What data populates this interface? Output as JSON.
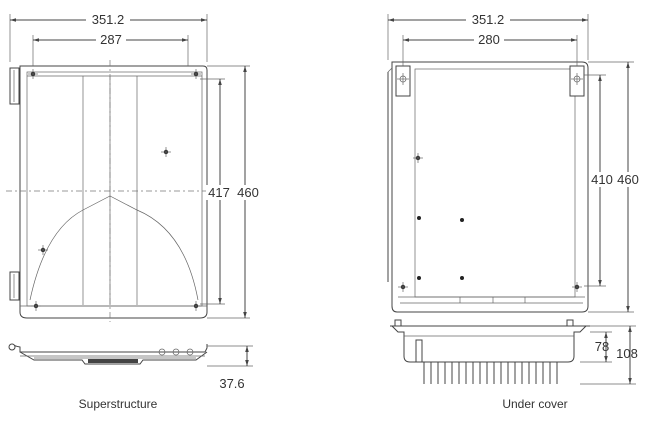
{
  "superstructure": {
    "caption": "Superstructure",
    "dims": {
      "overall_width": "351.2",
      "hole_spacing_width": "287",
      "hole_spacing_height": "417",
      "overall_height": "460",
      "profile_height": "37.6"
    }
  },
  "under_cover": {
    "caption": "Under cover",
    "dims": {
      "overall_width": "351.2",
      "hole_spacing_width": "280",
      "hole_spacing_height": "410",
      "overall_height": "460",
      "profile_inner_height": "78",
      "profile_total_height": "108"
    }
  }
}
